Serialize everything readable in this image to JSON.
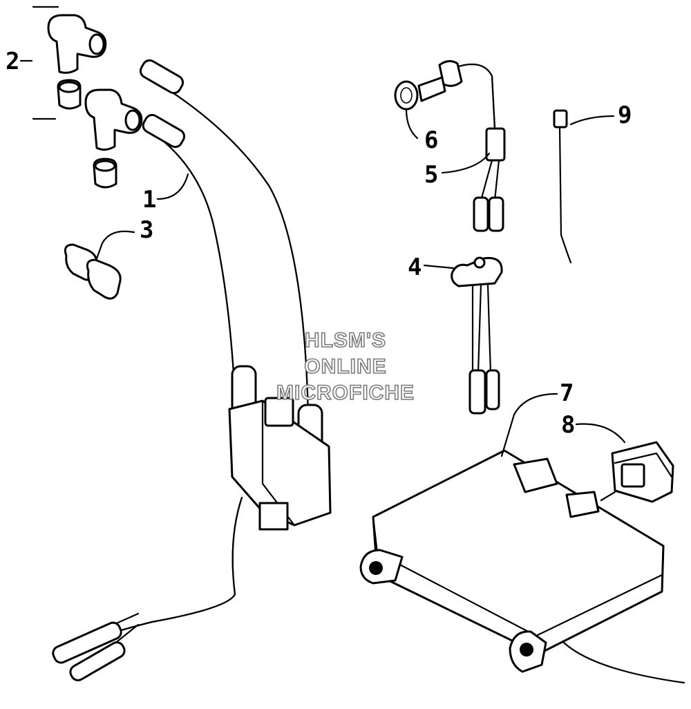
{
  "callouts": [
    {
      "id": "1",
      "text": "1"
    },
    {
      "id": "2",
      "text": "2"
    },
    {
      "id": "3",
      "text": "3"
    },
    {
      "id": "4",
      "text": "4"
    },
    {
      "id": "5",
      "text": "5"
    },
    {
      "id": "6",
      "text": "6"
    },
    {
      "id": "7",
      "text": "7"
    },
    {
      "id": "8",
      "text": "8"
    },
    {
      "id": "9",
      "text": "9"
    }
  ],
  "watermark": {
    "line1": "HLSM'S",
    "line2": "ONLINE",
    "line3": "MICROFICHE"
  }
}
